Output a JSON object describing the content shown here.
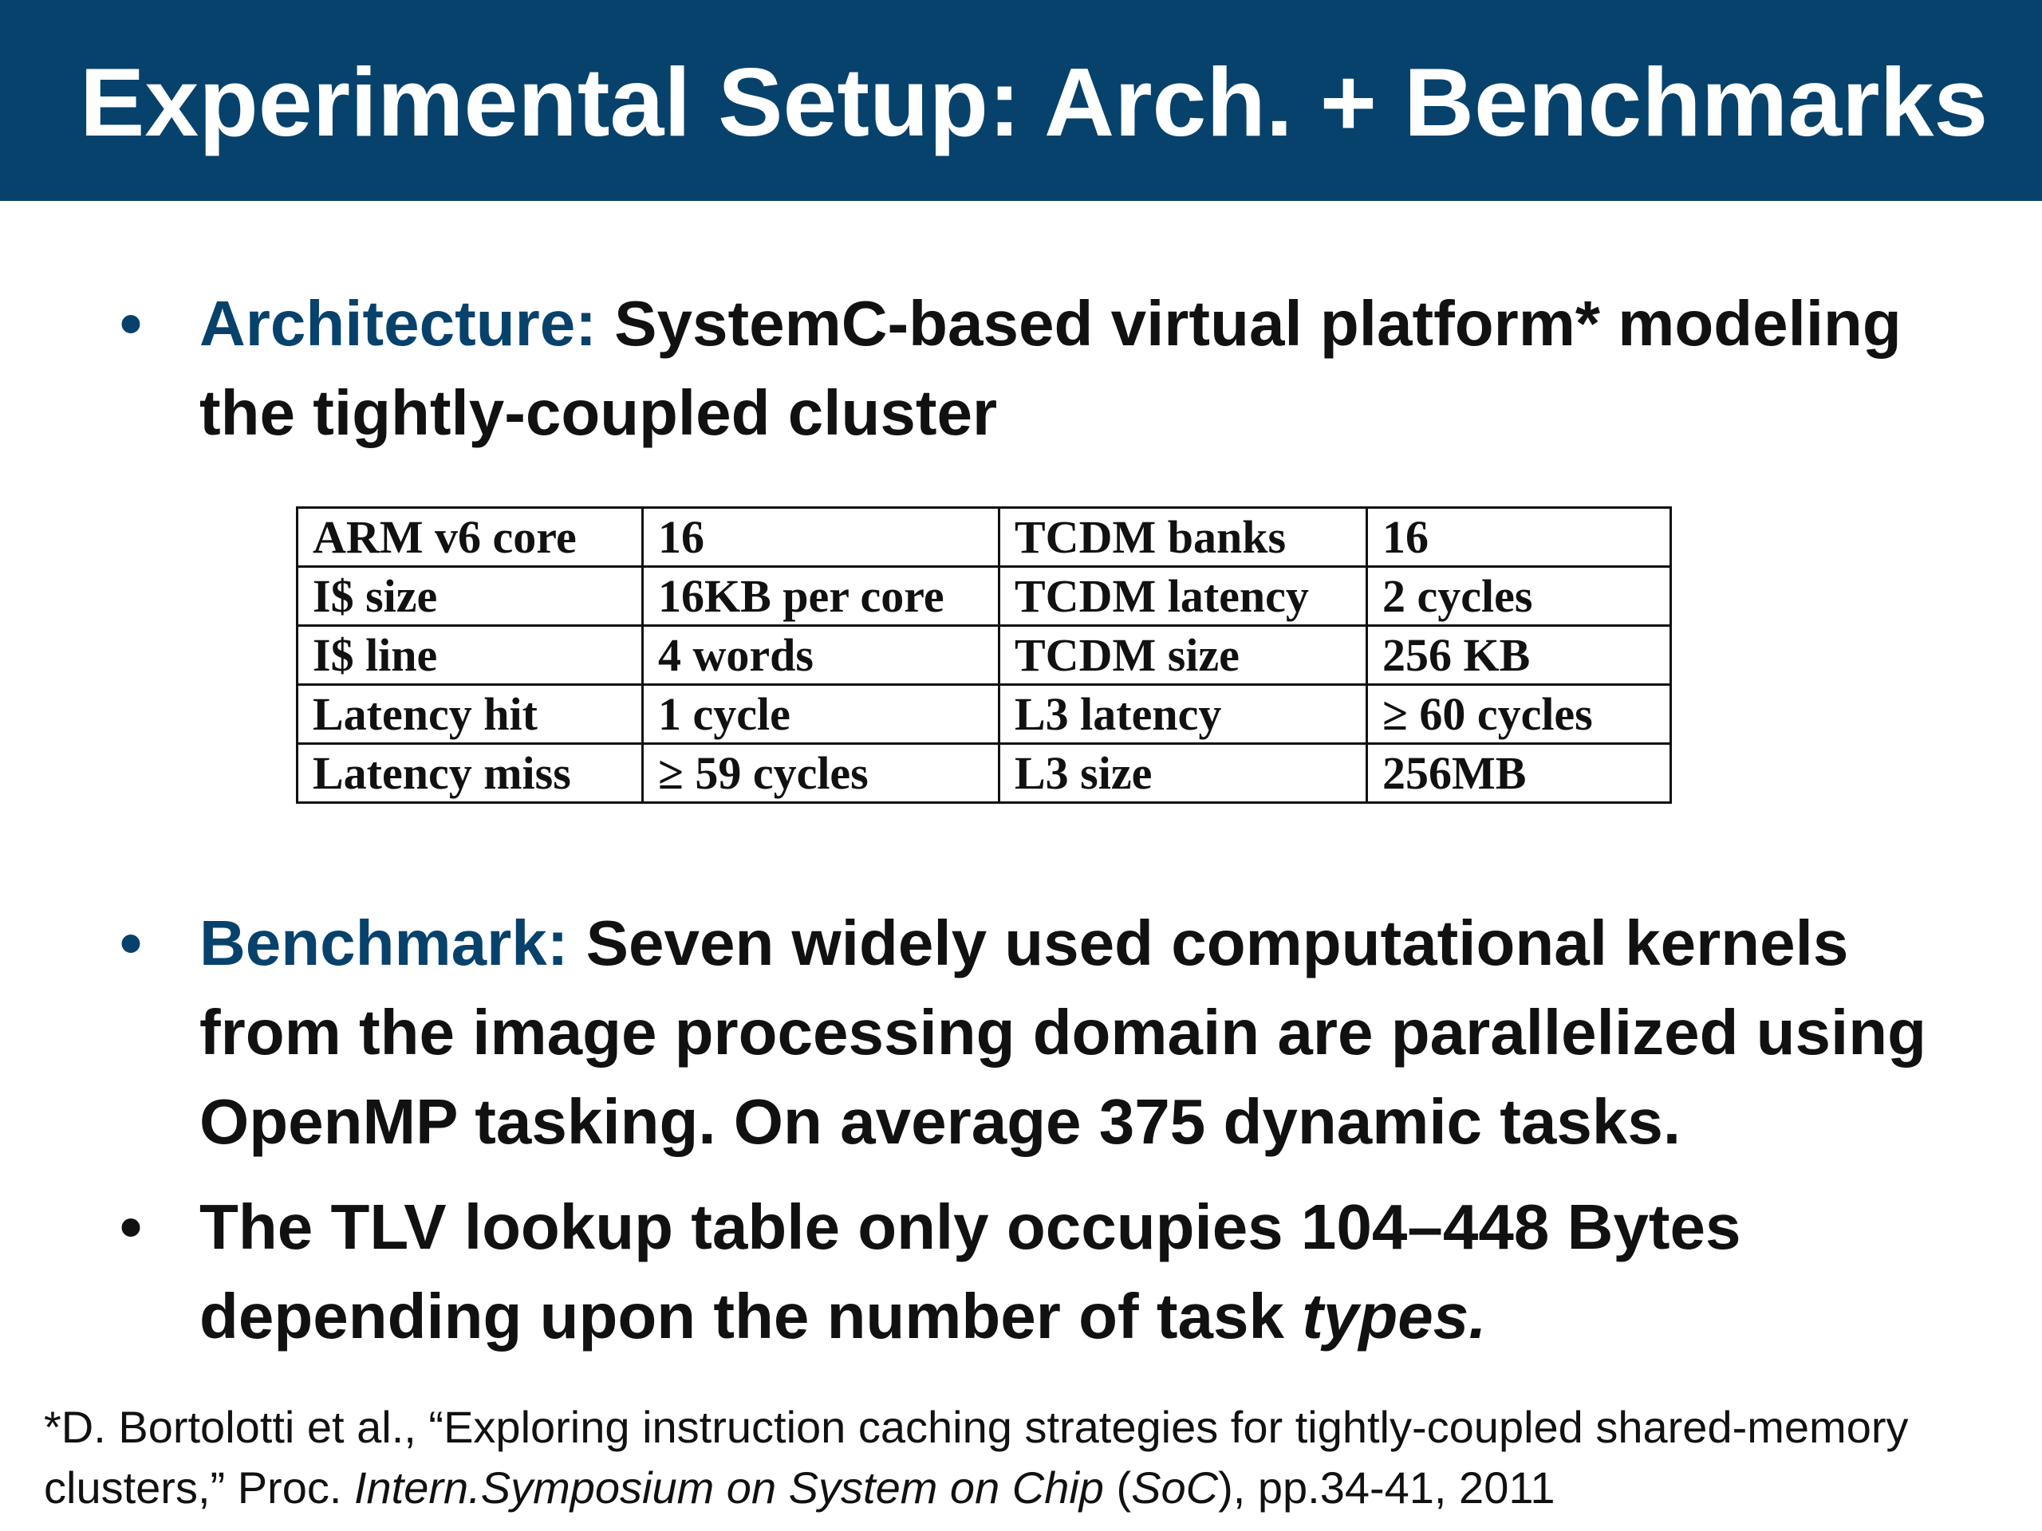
{
  "title": "Experimental Setup: Arch. + Benchmarks",
  "bullets": [
    {
      "lead": "Architecture:",
      "text": " SystemC-based virtual platform* modeling the tightly-coupled cluster"
    },
    {
      "lead": "Benchmark:",
      "text": " Seven widely used computational kernels from the image processing domain are parallelized using OpenMP tasking. On average 375 dynamic tasks."
    },
    {
      "text": "The TLV lookup table only occupies 104–448 Bytes depending upon the number of task ",
      "emphasis": "types."
    }
  ],
  "table": {
    "rows": [
      [
        "ARM v6 core",
        "16",
        "TCDM banks",
        "16"
      ],
      [
        "I$ size",
        "16KB per core",
        "TCDM latency",
        "2 cycles"
      ],
      [
        "I$ line",
        "4 words",
        "TCDM size",
        "256 KB"
      ],
      [
        "Latency hit",
        "1 cycle",
        "L3 latency",
        "≥ 60 cycles"
      ],
      [
        "Latency miss",
        "≥ 59 cycles",
        "L3 size",
        "256MB"
      ]
    ]
  },
  "footnote": {
    "part1": "*D. Bortolotti et al., “Exploring instruction caching strategies for tightly-coupled shared-memory clusters,” Proc. ",
    "venue": "Intern.Symposium on System on Chip",
    "part2": " (",
    "abbr": "SoC",
    "part3": "), pp.34-41, 2011"
  },
  "colors": {
    "title_bar": "#07426c",
    "accent_text": "#07426c",
    "body_text": "#111111"
  }
}
